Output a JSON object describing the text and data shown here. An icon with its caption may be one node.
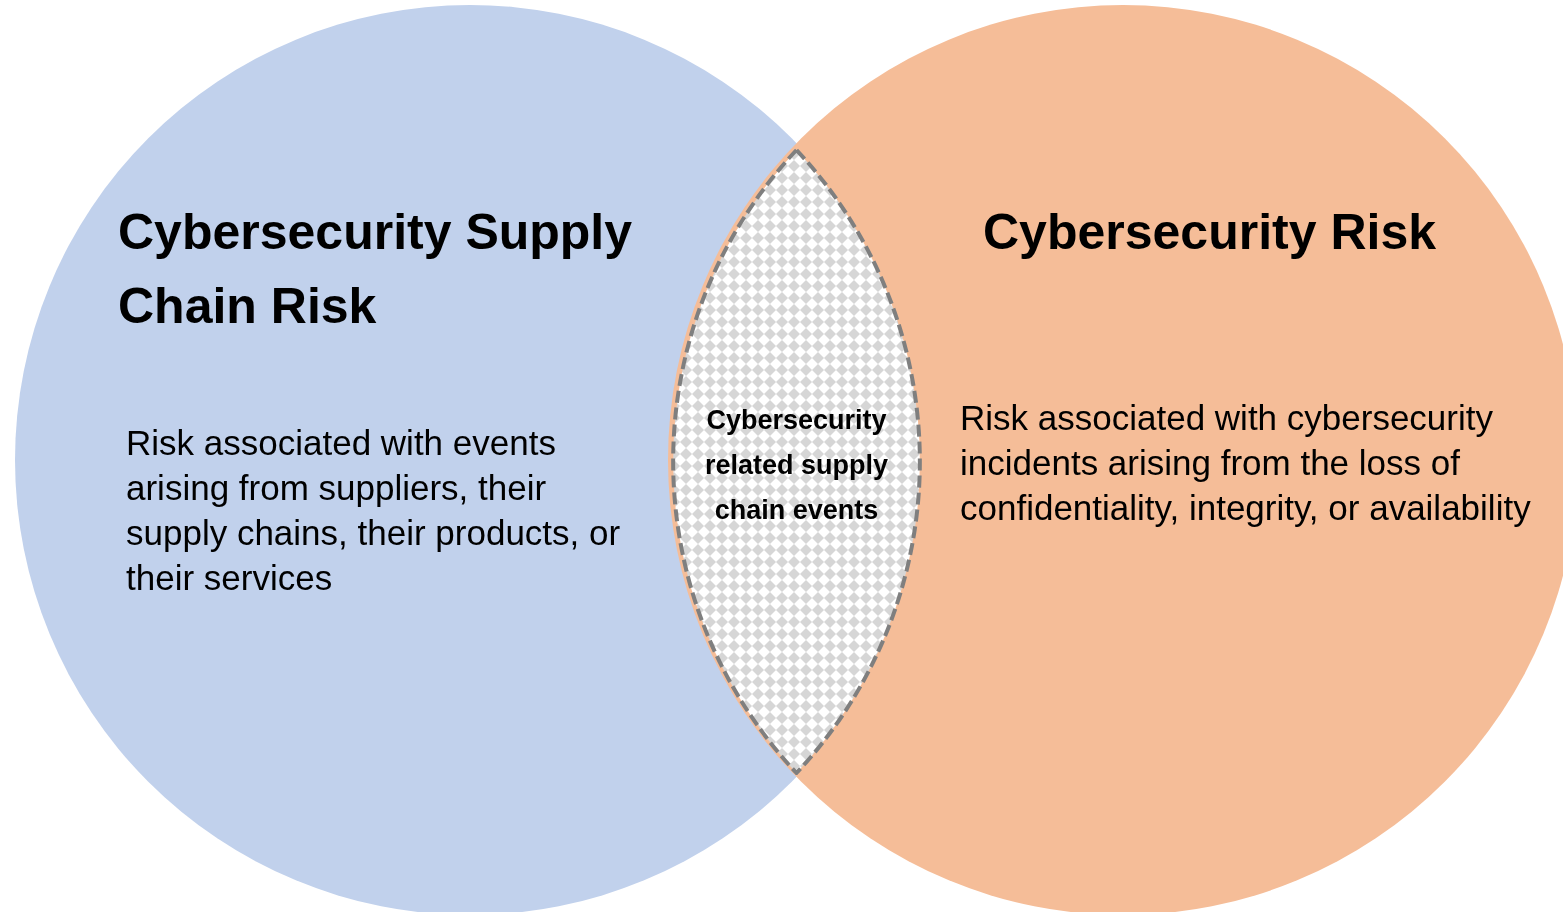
{
  "diagram": {
    "nodes": [
      {
        "text": [
          "Cybersecurity Supply Chain Risk",
          "Risk associated with events arising from suppliers, their supply chains, their products, or their services"
        ]
      },
      {
        "text": [
          "Cybersecurity Risk",
          "Risk associated with cybersecurity incidents arising from the loss of confidentiality, integrity, or availability"
        ]
      },
      {
        "text": [
          "Cybersecurity related supply chain events"
        ]
      }
    ]
  }
}
